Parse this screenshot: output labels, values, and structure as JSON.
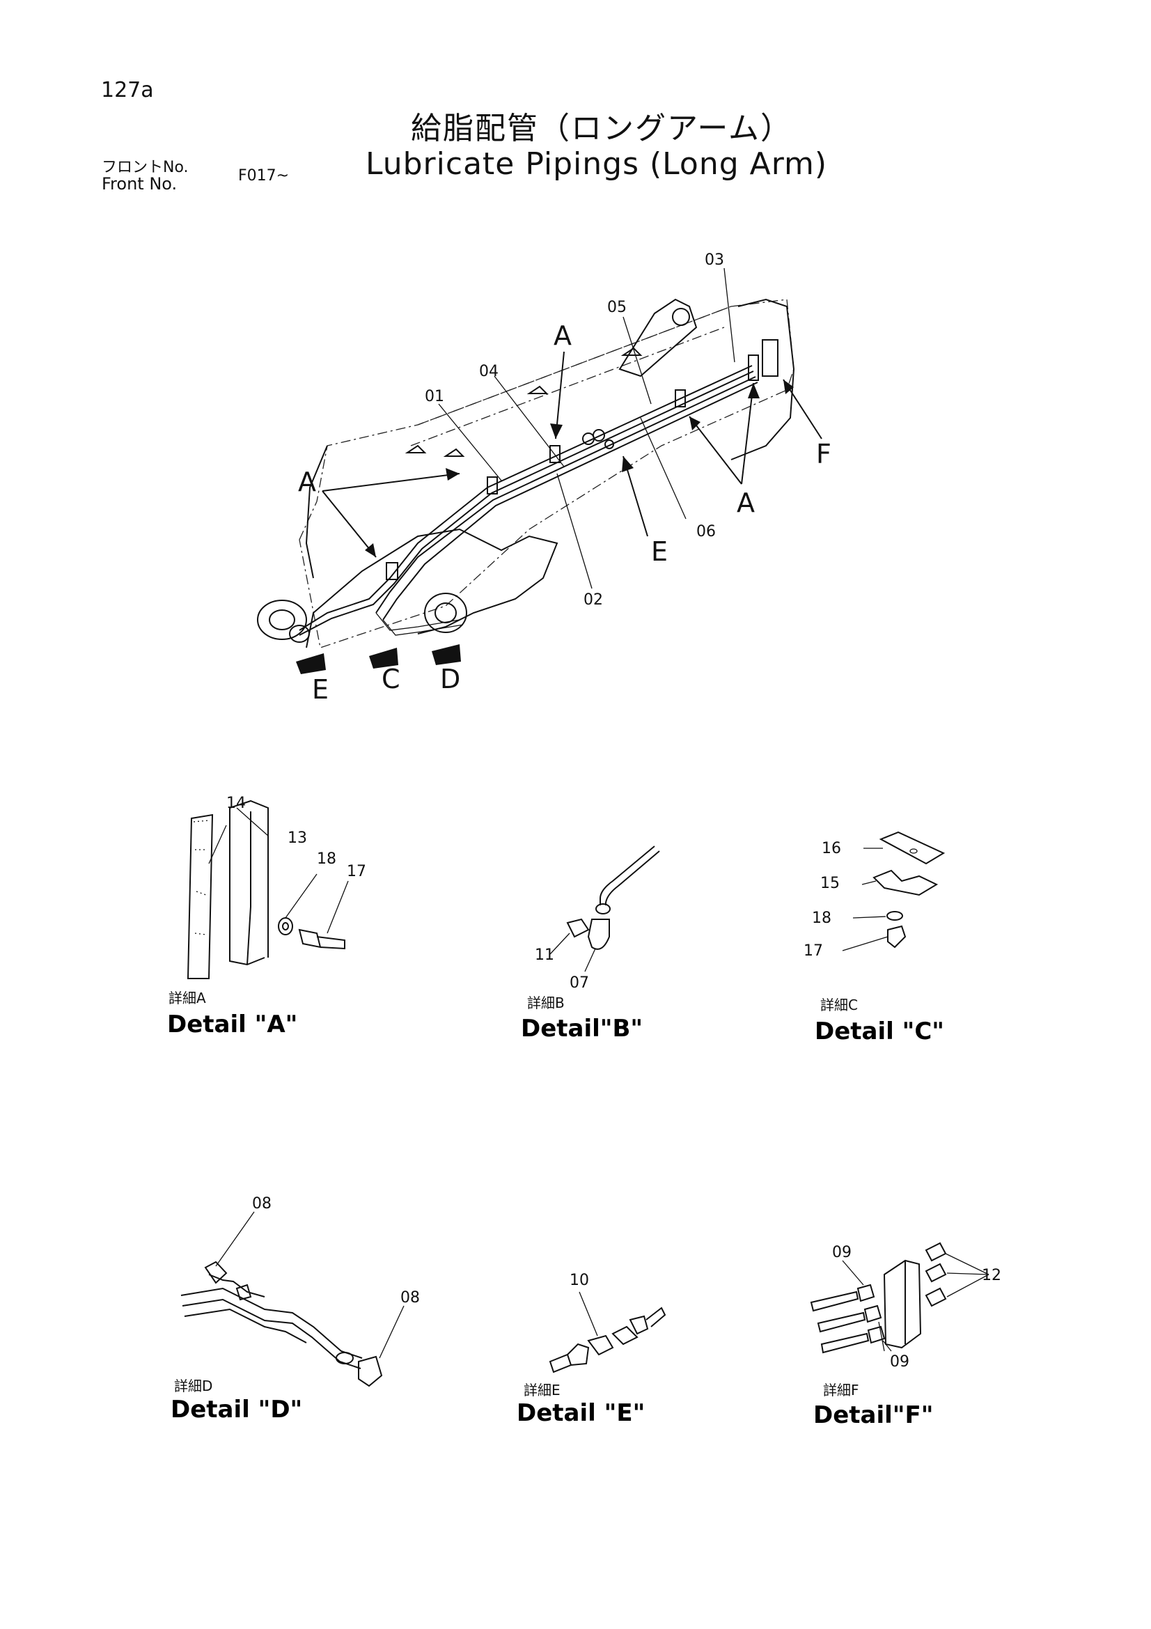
{
  "header": {
    "page_number": "127a",
    "title_jp": "給脂配管（ロングアーム）",
    "title_en": "Lubricate Pipings (Long Arm)",
    "front_label_jp": "フロントNo.",
    "front_label_en": "Front   No.",
    "front_range": "F017~"
  },
  "main_view": {
    "part_labels": [
      "01",
      "02",
      "03",
      "04",
      "05",
      "06"
    ],
    "view_arrows": [
      "A",
      "A",
      "A",
      "E",
      "F",
      "E",
      "C",
      "D"
    ]
  },
  "details": [
    {
      "jp": "詳細A",
      "en": "Detail \"A\"",
      "parts": [
        "14",
        "13",
        "18",
        "17"
      ]
    },
    {
      "jp": "詳細B",
      "en": "Detail\"B\"",
      "parts": [
        "11",
        "07"
      ]
    },
    {
      "jp": "詳細C",
      "en": "Detail \"C\"",
      "parts": [
        "16",
        "15",
        "18",
        "17"
      ]
    },
    {
      "jp": "詳細D",
      "en": "Detail \"D\"",
      "parts": [
        "08",
        "08"
      ]
    },
    {
      "jp": "詳細E",
      "en": "Detail \"E\"",
      "parts": [
        "10"
      ]
    },
    {
      "jp": "詳細F",
      "en": "Detail\"F\"",
      "parts": [
        "09",
        "12",
        "09"
      ]
    }
  ]
}
